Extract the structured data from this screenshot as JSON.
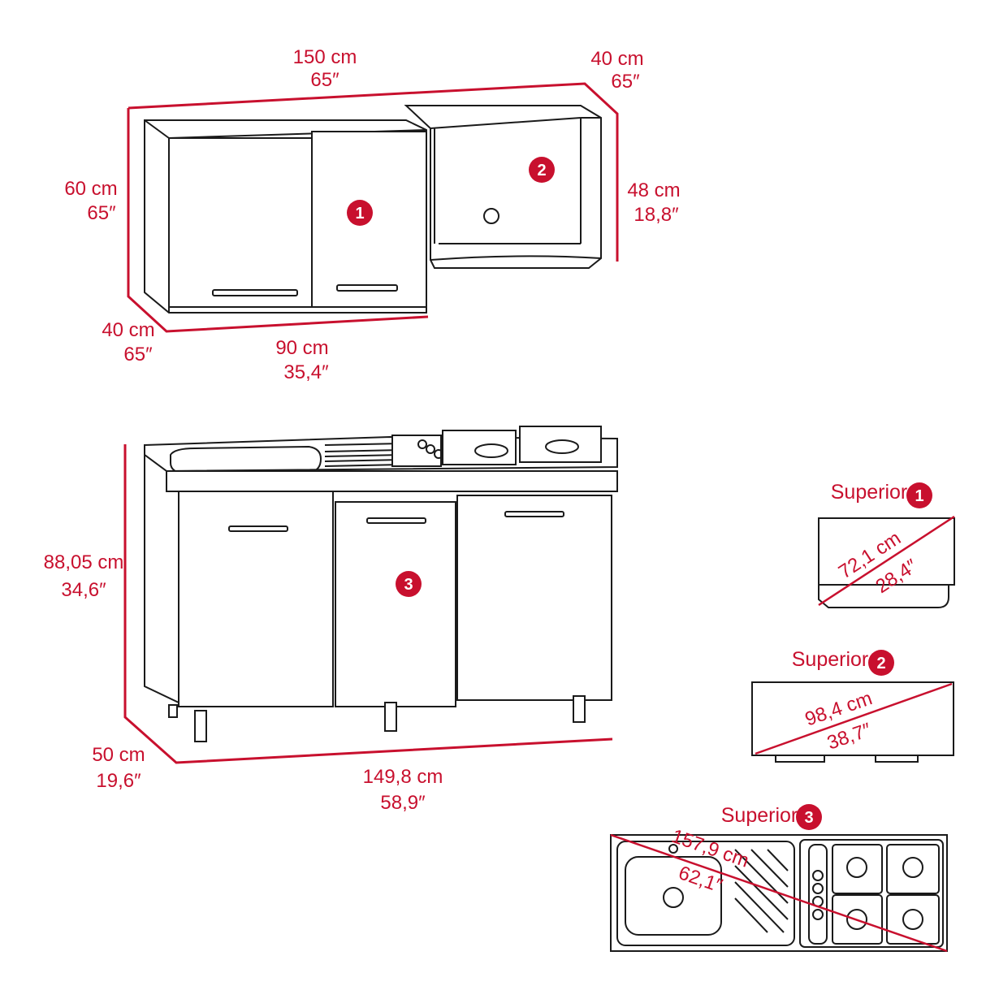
{
  "top_module": {
    "width_total": [
      "150 cm",
      "65″"
    ],
    "depth_right": [
      "40 cm",
      "65″"
    ],
    "height_left": [
      "60 cm",
      "65″"
    ],
    "height_right": [
      "48 cm",
      "18,8″"
    ],
    "depth_left": [
      "40 cm",
      "65″"
    ],
    "width_cabinet": [
      "90 cm",
      "35,4″"
    ],
    "badge_cabinet": "1",
    "badge_shelf": "2"
  },
  "base_module": {
    "height": [
      "88,05 cm",
      "34,6″"
    ],
    "depth": [
      "50 cm",
      "19,6″"
    ],
    "width": [
      "149,8 cm",
      "58,9″"
    ],
    "badge": "3"
  },
  "views": [
    {
      "label": "Superior",
      "badge": "1",
      "diag": [
        "72,1 cm",
        "28,4″"
      ]
    },
    {
      "label": "Superior",
      "badge": "2",
      "diag": [
        "98,4 cm",
        "38,7″"
      ]
    },
    {
      "label": "Superior",
      "badge": "3",
      "diag": [
        "157,9 cm",
        "62,1″"
      ]
    }
  ],
  "colors": {
    "accent": "#c8102e",
    "line": "#1a1a1a"
  }
}
